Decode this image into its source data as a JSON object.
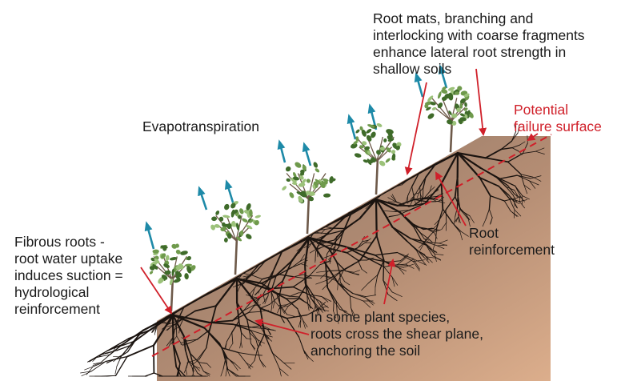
{
  "labels": {
    "evapotranspiration": "Evapotranspiration",
    "root_mats": "Root mats, branching and\ninterlocking with coarse fragments\nenhance lateral root strength in\nshallow soils",
    "potential_failure": "Potential\nfailure surface",
    "root_reinforcement": "Root\nreinforcement",
    "fibrous_roots": "Fibrous roots -\nroot water uptake\ninduces suction =\nhydrological\nreinforcement",
    "shear_plane": "In some plant species,\nroots cross the shear plane,\nanchoring the soil"
  },
  "colors": {
    "soil_light": "#d7a98a",
    "soil_dark": "#8a7466",
    "failure_line": "#d0202a",
    "pointer": "#d0202a",
    "evap_arrow": "#1e8aa8",
    "roots": "#1b1410",
    "trunk": "#6e5a4a",
    "foliage_dark": "#3f6b2a",
    "foliage_light": "#9cc27a"
  },
  "icons": [
    "evapotranspiration-arrow-icon",
    "tree-icon",
    "root-system-icon"
  ]
}
